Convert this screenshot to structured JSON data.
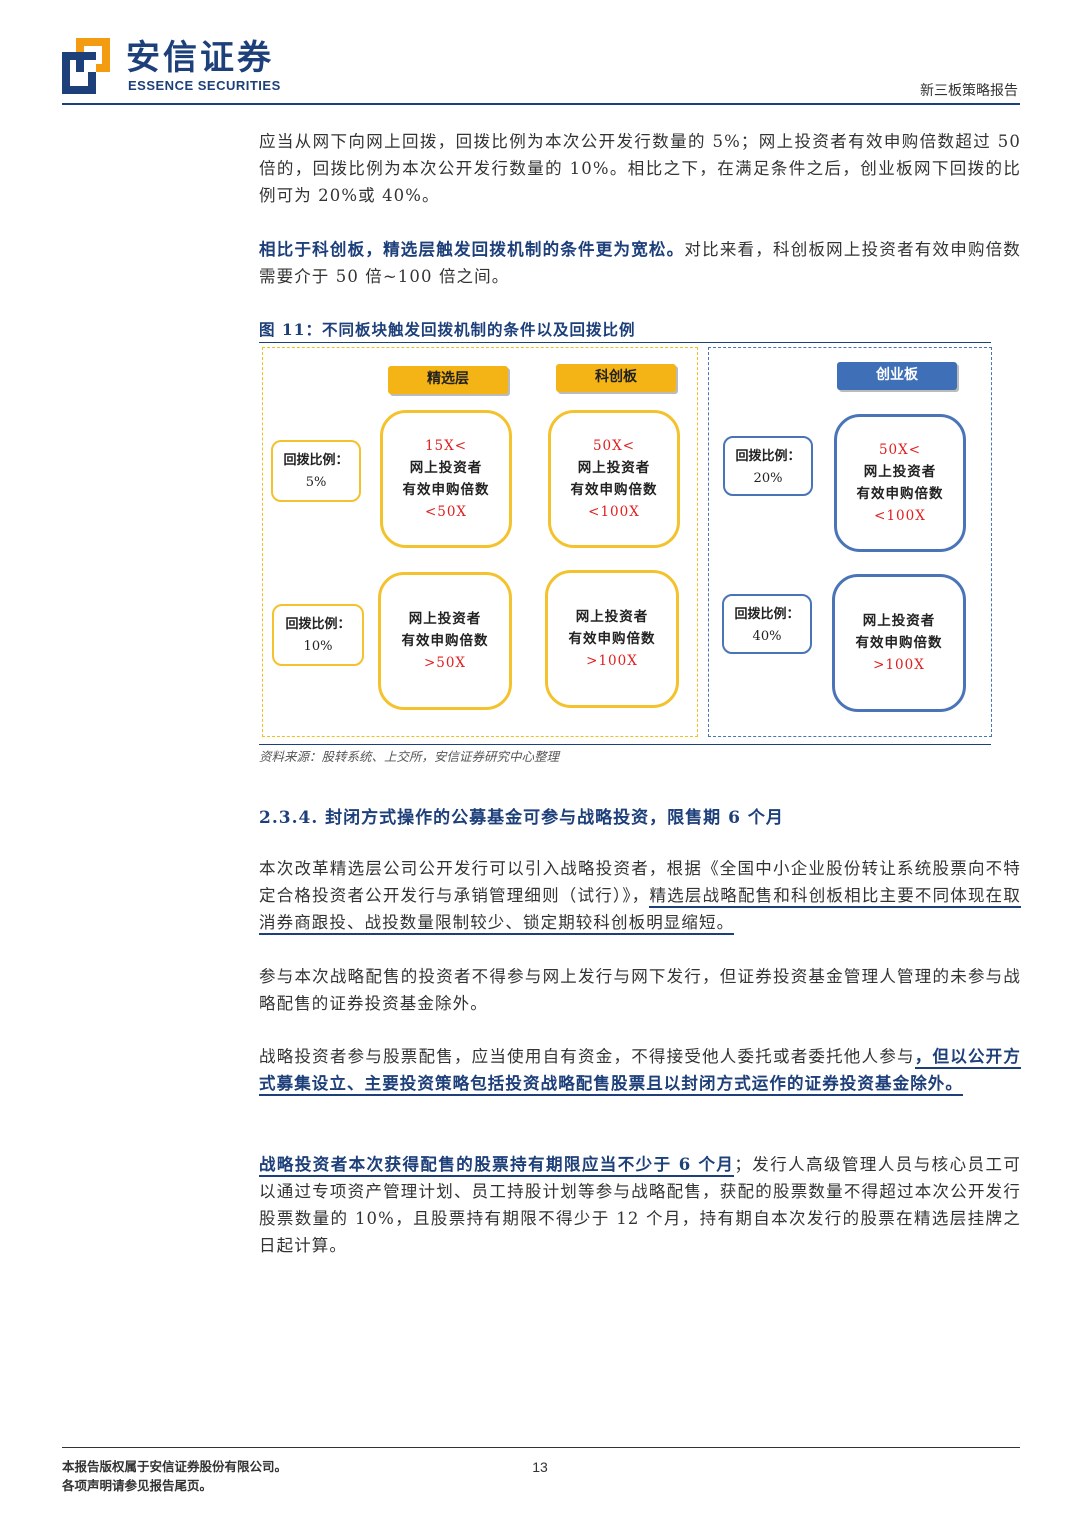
{
  "header": {
    "logo_cn": "安信证券",
    "logo_en": "ESSENCE SECURITIES",
    "report_type": "新三板策略报告",
    "brand_color": "#1d3f7a",
    "accent_color": "#f39c12"
  },
  "paragraphs": {
    "p1": "应当从网下向网上回拨，回拨比例为本次公开发行数量的 5%；网上投资者有效申购倍数超过 50 倍的，回拨比例为本次公开发行数量的 10%。相比之下，在满足条件之后，创业板网下回拨的比例可为 20%或 40%。",
    "p2_bold": "相比于科创板，精选层触发回拨机制的条件更为宽松。",
    "p2_rest": "对比来看，科创板网上投资者有效申购倍数需要介于 50 倍~100 倍之间。",
    "p3_plain": "本次改革精选层公司公开发行可以引入战略投资者，根据《全国中小企业股份转让系统股票向不特定合格投资者公开发行与承销管理细则（试行）》，",
    "p3_underline": "精选层战略配售和科创板相比主要不同体现在取消券商跟投、战投数量限制较少、锁定期较科创板明显缩短。",
    "p4": "参与本次战略配售的投资者不得参与网上发行与网下发行，但证券投资基金管理人管理的未参与战略配售的证券投资基金除外。",
    "p5_plain": "战略投资者参与股票配售，应当使用自有资金，不得接受他人委托或者委托他人参与",
    "p5_bold": "，但以公开方式募集设立、主要投资策略包括投资战略配售股票且以封闭方式运作的证券投资基金除外。",
    "p6_bold": "战略投资者本次获得配售的股票持有期限应当不少于 6 个月",
    "p6_rest": "；发行人高级管理人员与核心员工可以通过专项资产管理计划、员工持股计划等参与战略配售，获配的股票数量不得超过本次公开发行股票数量的 10%，且股票持有期限不得少于 12 个月，持有期自本次发行的股票在精选层挂牌之日起计算。"
  },
  "figure": {
    "title": "图 11：不同板块触发回拨机制的条件以及回拨比例",
    "source": "资料来源：股转系统、上交所，安信证券研究中心整理",
    "colors": {
      "yellow": "#f3c22c",
      "blue": "#4a74b8",
      "red": "#e02020"
    },
    "boards": {
      "jingxuan": "精选层",
      "kechuang": "科创板",
      "chuangye": "创业板"
    },
    "ratios": {
      "label": "回拨比例：",
      "r1": "5%",
      "r2": "10%",
      "r3": "20%",
      "r4": "40%"
    },
    "conditions": {
      "line_a": "网上投资者",
      "line_b": "有效申购倍数",
      "jx_top_min": "15X<",
      "jx_top_max": "<50X",
      "jx_bot": ">50X",
      "kc_top_min": "50X<",
      "kc_top_max": "<100X",
      "kc_bot": ">100X",
      "cy_top_min": "50X<",
      "cy_top_max": "<100X",
      "cy_bot": ">100X"
    }
  },
  "section": {
    "heading": "2.3.4. 封闭方式操作的公募基金可参与战略投资，限售期 6 个月"
  },
  "footer": {
    "copyright_1": "本报告版权属于安信证券股份有限公司。",
    "copyright_2": "各项声明请参见报告尾页。",
    "page_number": "13"
  }
}
